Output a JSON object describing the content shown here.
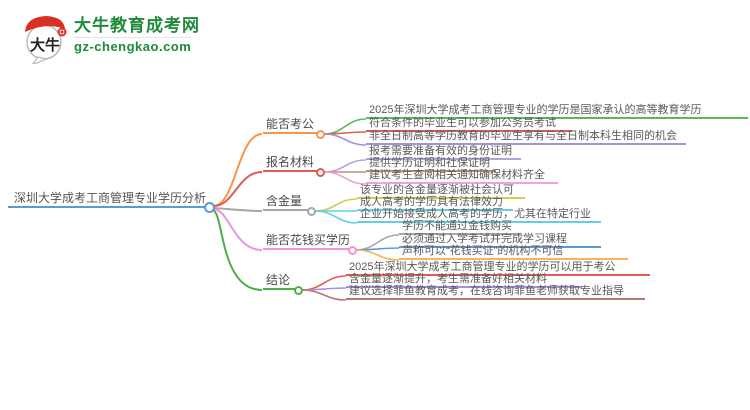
{
  "logo": {
    "icon_text": "大牛",
    "site_name": "大牛教育成考网",
    "site_domain": "gz-chengkao.com",
    "brand_green": "#1f8a3a",
    "brand_red": "#d93025"
  },
  "mindmap": {
    "root": {
      "label": "深圳大学成考工商管理专业学历分析",
      "color": "#5b9bd5"
    },
    "branches": [
      {
        "label": "能否考公",
        "color": "#f79646",
        "items": [
          {
            "text": "2025年深圳大学成考工商管理专业的学历是国家承认的高等教育学历",
            "color": "#5cb85c"
          },
          {
            "text": "符合条件的毕业生可以参加公务员考试",
            "color": "#e05c54"
          },
          {
            "text": "非全日制高等学历教育的毕业生享有与全日制本科生相同的机会",
            "color": "#a98fd6"
          }
        ]
      },
      {
        "label": "报名材料",
        "color": "#e05c54",
        "items": [
          {
            "text": "报考需要准备有效的身份证明",
            "color": "#b5a3de"
          },
          {
            "text": "提供学历证明和社保证明",
            "color": "#c09078"
          },
          {
            "text": "建议考生查阅相关通知确保材料齐全",
            "color": "#f2a3d4"
          }
        ]
      },
      {
        "label": "含金量",
        "color": "#a6a6a6",
        "items": [
          {
            "text": "该专业的含金量逐渐被社会认可",
            "color": "#d3cb53"
          },
          {
            "text": "成人高考的学历具有法律效力",
            "color": "#63cfe3"
          },
          {
            "text": "企业开始接受成人高考的学历，尤其在特定行业",
            "color": "#63cfe3"
          }
        ]
      },
      {
        "label": "能否花钱买学历",
        "color": "#f094d9",
        "items": [
          {
            "text": "学历不能通过金钱购买",
            "color": "#a6a6a6"
          },
          {
            "text": "必须通过入学考试并完成学习课程",
            "color": "#5b9bd5"
          },
          {
            "text": "声称可以“花钱买证”的机构不可信",
            "color": "#f7b360"
          }
        ]
      },
      {
        "label": "结论",
        "color": "#4cae4c",
        "items": [
          {
            "text": "2025年深圳大学成考工商管理专业的学历可以用于考公",
            "color": "#e05c54"
          },
          {
            "text": "含金量逐渐提升，考生需准备好相关材料",
            "color": "#a490dc"
          },
          {
            "text": "建议选择菲鱼教育成考，在线咨询菲鱼老师获取专业指导",
            "color": "#b87a70"
          }
        ]
      }
    ]
  }
}
